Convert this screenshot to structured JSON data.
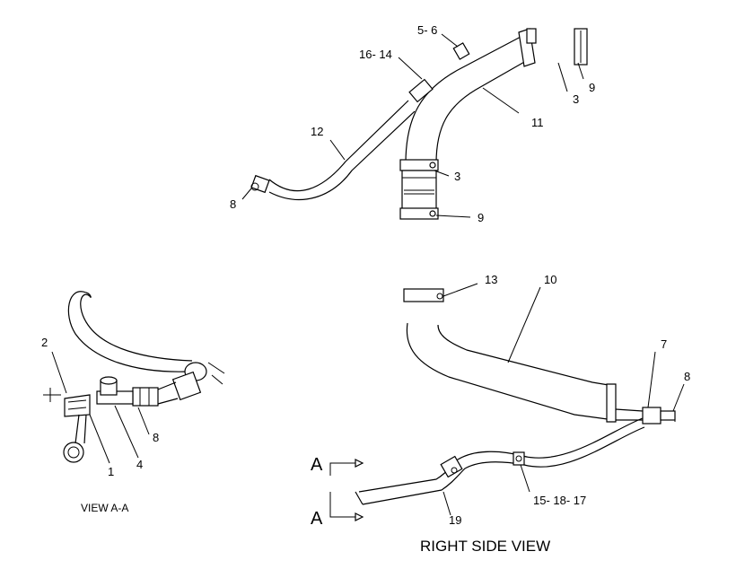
{
  "callouts": {
    "top_5_6": "5- 6",
    "top_16_14": "16- 14",
    "top_12": "12",
    "top_8": "8",
    "top_11": "11",
    "top_3_right": "3",
    "top_9_right": "9",
    "top_3_clamp": "3",
    "top_9_clamp": "9",
    "va_2": "2",
    "va_1": "1",
    "va_4": "4",
    "va_8": "8",
    "rs_13": "13",
    "rs_10": "10",
    "rs_7": "7",
    "rs_8": "8",
    "rs_15_18_17": "15- 18- 17",
    "rs_19": "19"
  },
  "section_markers": {
    "a_top": "A",
    "a_bottom": "A"
  },
  "captions": {
    "view_aa": "VIEW A-A",
    "right_side_view": "RIGHT SIDE VIEW"
  }
}
